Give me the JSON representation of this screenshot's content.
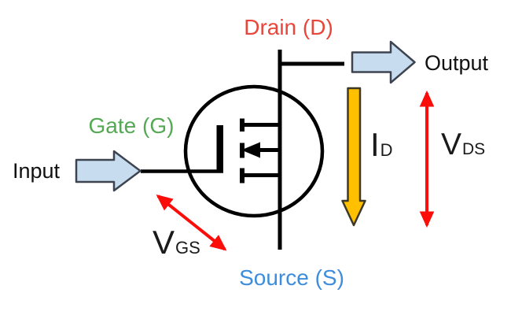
{
  "diagram": {
    "type": "mosfet-common-source-schematic",
    "labels": {
      "drain": "Drain (D)",
      "gate": "Gate (G)",
      "source": "Source (S)",
      "input": "Input",
      "output": "Output",
      "drain_current_main": "I",
      "drain_current_sub": "D",
      "vds_main": "V",
      "vds_sub": "DS",
      "vgs_main": "V",
      "vgs_sub": "GS"
    },
    "colors": {
      "drain_label": "#e8463b",
      "gate_label": "#55a955",
      "source_label": "#3d8ddc",
      "arrow_red": "#fb0d0a",
      "line": "#000000",
      "io_arrow_fill": "#c8dcf0",
      "io_arrow_border": "#3d4450",
      "current_arrow_fill": "#ffc000",
      "current_arrow_border": "#3e3926"
    }
  }
}
